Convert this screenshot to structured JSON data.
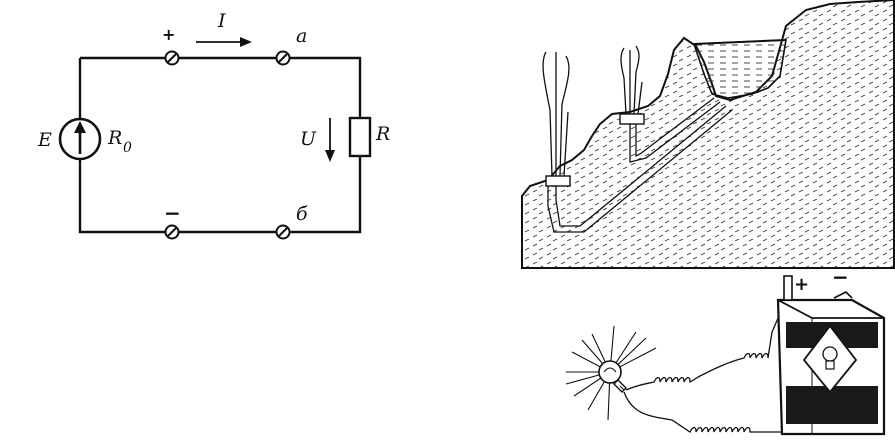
{
  "circuit": {
    "labels": {
      "emf": "E",
      "internal_resistance": "R",
      "internal_resistance_sub": "0",
      "current": "I",
      "voltage": "U",
      "load": "R",
      "terminal_a": "a",
      "terminal_b": "б",
      "plus": "+",
      "minus": "−"
    }
  },
  "battery_illustration": {
    "plus": "+",
    "minus": "−"
  }
}
